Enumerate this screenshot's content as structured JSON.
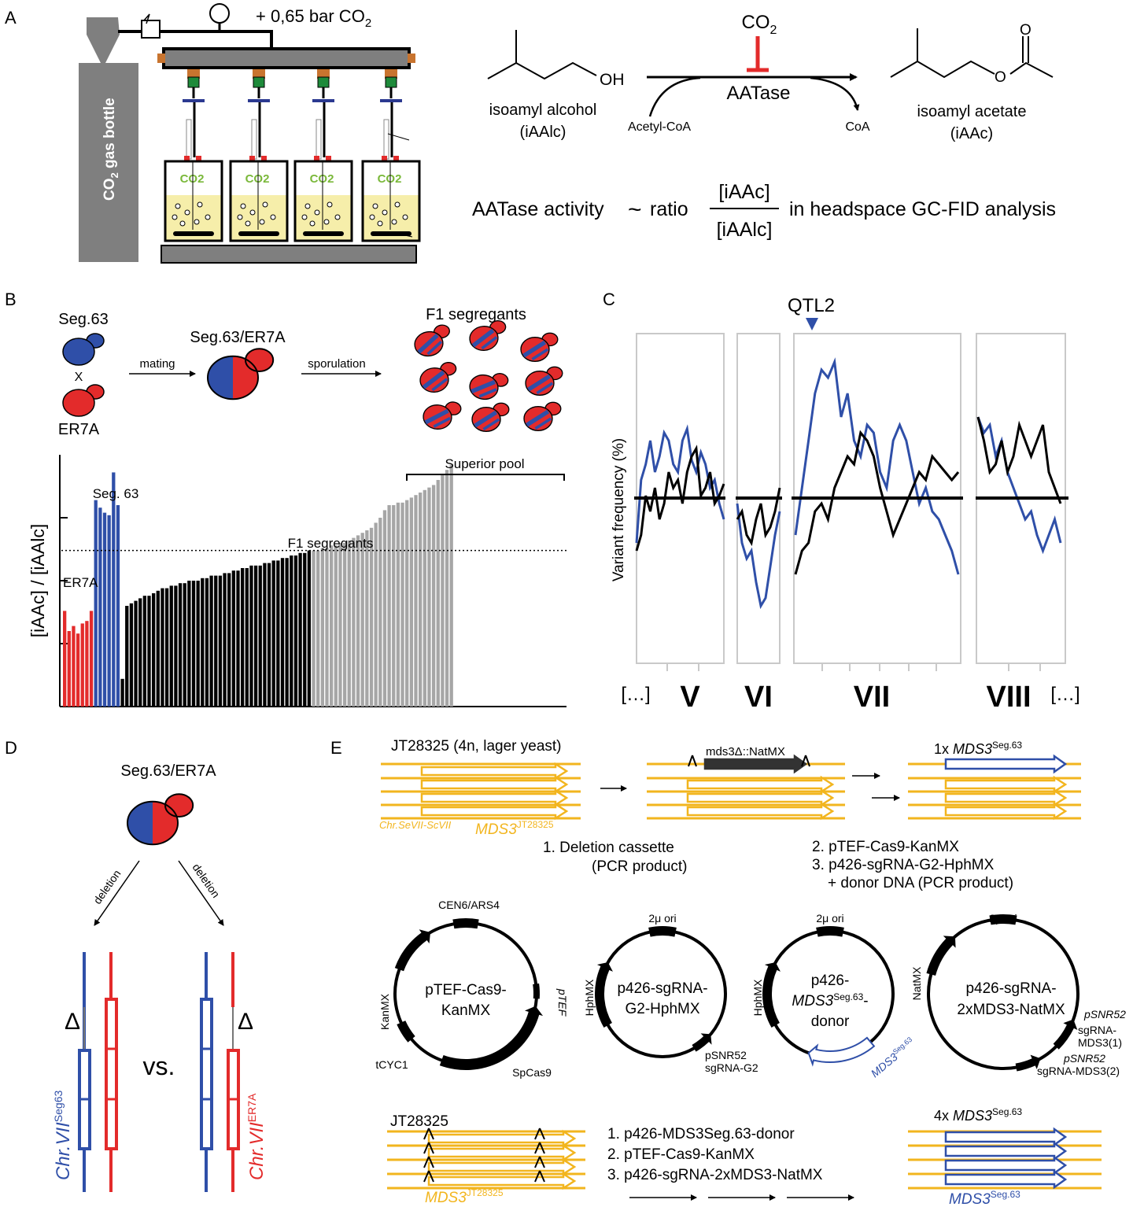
{
  "colors": {
    "blue": "#2f4fa8",
    "red": "#e32b2b",
    "yellow": "#f2b51e",
    "gray": "#7f7f7f",
    "lightgray": "#a6a6a6",
    "green": "#7ab83a",
    "liquid": "#f6eeaa",
    "boxgray": "#c9c9c9",
    "flow_green": "#1e8a3a",
    "port_orange": "#c8742f",
    "clamp_navy": "#2b3990"
  },
  "panel_a": {
    "letter": "A",
    "bottle_label_prefix": "CO",
    "bottle_label_sub": "2",
    "bottle_label_suffix": " gas bottle",
    "pressure_prefix": "+ 0,65 bar CO",
    "pressure_sub": "2",
    "vial_gas_label": "CO2",
    "co2_top": "CO",
    "co2_top_sub": "2",
    "enzyme": "AATase",
    "substrate_name": "isoamyl alcohol",
    "substrate_abbr": "(iAAlc)",
    "product_name": "isoamyl acetate",
    "product_abbr": "(iAAc)",
    "cofactor_in": "Acetyl-CoA",
    "cofactor_out": "CoA",
    "oh_label": "OH",
    "o_label": "O",
    "o_ester_label": "O",
    "formula_left": "AATase activity",
    "formula_approx": "~",
    "formula_ratio": "ratio",
    "formula_num": "[iAAc]",
    "formula_den": "[iAAlc]",
    "formula_right": "in headspace GC-FID analysis"
  },
  "panel_b": {
    "letter": "B",
    "parent1": "Seg.63",
    "cross": "X",
    "parent2": "ER7A",
    "mating": "mating",
    "hybrid": "Seg.63/ER7A",
    "sporulation": "sporulation",
    "f1": "F1 segregants",
    "ylabel": "[iAAc] / [iAAlc]",
    "seg63_label": "Seg. 63",
    "er7a_label": "ER7A",
    "f1_label": "F1 segregants",
    "superior_pool": "Superior pool"
  },
  "chart_data": {
    "type": "bar",
    "ylabel": "[iAAc] / [iAAlc]",
    "threshold_value": 0.62,
    "ylim": [
      0,
      1.0
    ],
    "groups": [
      {
        "name": "ER7A",
        "color": "#e32b2b",
        "values": [
          0.38,
          0.3,
          0.32,
          0.29,
          0.33,
          0.34,
          0.38
        ]
      },
      {
        "name": "Seg. 63",
        "color": "#2f4fa8",
        "values": [
          0.82,
          0.79,
          0.77,
          0.76,
          0.93,
          0.8
        ]
      },
      {
        "name": "F1 segregants",
        "color": "#000000",
        "values": [
          0.11,
          0.4,
          0.41,
          0.42,
          0.43,
          0.44,
          0.44,
          0.45,
          0.46,
          0.47,
          0.47,
          0.48,
          0.48,
          0.49,
          0.49,
          0.5,
          0.5,
          0.5,
          0.51,
          0.51,
          0.52,
          0.52,
          0.52,
          0.53,
          0.53,
          0.54,
          0.54,
          0.55,
          0.55,
          0.56,
          0.56,
          0.56,
          0.57,
          0.57,
          0.58,
          0.58,
          0.59,
          0.59,
          0.6,
          0.6,
          0.61,
          0.61,
          0.62
        ]
      },
      {
        "name": "Superior pool",
        "color": "#a6a6a6",
        "values": [
          0.62,
          0.62,
          0.63,
          0.63,
          0.64,
          0.64,
          0.65,
          0.65,
          0.66,
          0.67,
          0.68,
          0.69,
          0.7,
          0.71,
          0.73,
          0.75,
          0.78,
          0.8,
          0.8,
          0.81,
          0.81,
          0.82,
          0.83,
          0.84,
          0.85,
          0.86,
          0.87,
          0.88,
          0.9,
          0.92,
          0.94,
          0.96
        ]
      }
    ]
  },
  "panel_c": {
    "letter": "C",
    "qtl": "QTL2",
    "ylabel": "Variant frequency (%)",
    "ellipsis_left": "[…]",
    "ellipsis_right": "[…]",
    "chromosomes": [
      "V",
      "VI",
      "VII",
      "VIII"
    ]
  },
  "panel_d": {
    "letter": "D",
    "hybrid": "Seg.63/ER7A",
    "deletion_left": "deletion",
    "deletion_right": "deletion",
    "delta": "Δ",
    "vs": "vs.",
    "left_chr": "Chr.VII",
    "left_sup": "Seg63",
    "right_chr": "Chr.VII",
    "right_sup": "ER7A"
  },
  "panel_e": {
    "letter": "E",
    "strain_title": "JT28325 (4n, lager yeast)",
    "chr_label": "Chr.SeVII-ScVII",
    "mds3_label": "MDS3",
    "mds3_sup": "JT28325",
    "deletion_label_mid": "mds3Δ::NatMX",
    "one_x_prefix": "1x ",
    "one_x_gene": "MDS3",
    "one_x_sup": "Seg.63",
    "step1_line1": "1. Deletion cassette",
    "step1_line2": "(PCR product)",
    "step2": "2. pTEF-Cas9-KanMX",
    "step3": "3. p426-sgRNA-G2-HphMX",
    "step3b": "+ donor DNA (PCR product)",
    "plasmid1": {
      "name_l1": "pTEF-Cas9-",
      "name_l2": "KanMX",
      "ori": "CEN6/ARS4",
      "marker": "KanMX",
      "promoter": "pTEF",
      "term": "tCYC1",
      "gene": "SpCas9"
    },
    "plasmid2": {
      "name_l1": "p426-sgRNA-",
      "name_l2": "G2-HphMX",
      "ori": "2μ ori",
      "marker": "HphMX",
      "promoter": "pSNR52",
      "sg": "sgRNA-G2"
    },
    "plasmid3": {
      "name_l1": "p426-",
      "name_l2_gene": "MDS3",
      "name_l2_sup": "Seg.63",
      "name_l2_tail": "-",
      "name_l3": "donor",
      "ori": "2μ ori",
      "marker": "HphMX",
      "gene": "MDS3",
      "gene_sup": "Seg.63"
    },
    "plasmid4": {
      "name_l1": "p426-sgRNA-",
      "name_l2": "2xMDS3-NatMX",
      "ori": "2μ ori",
      "marker": "NatMX",
      "promoter1": "pSNR52",
      "sg1a": "sgRNA-",
      "sg1b": "MDS3(1)",
      "promoter2": "pSNR52",
      "sg2": "sgRNA-MDS3(2)"
    },
    "bottom_strain": "JT28325",
    "bottom_mds3": "MDS3",
    "bottom_mds3_sup": "JT28325",
    "bottom_step1": "1.  p426-MDS3Seg.63-donor",
    "bottom_step2": "2.  pTEF-Cas9-KanMX",
    "bottom_step3": "3.  p426-sgRNA-2xMDS3-NatMX",
    "four_x_prefix": "4x ",
    "four_x_gene": "MDS3",
    "four_x_sup": "Seg.63",
    "four_x_bottom": "MDS3",
    "four_x_bottom_sup": "Seg.63"
  }
}
